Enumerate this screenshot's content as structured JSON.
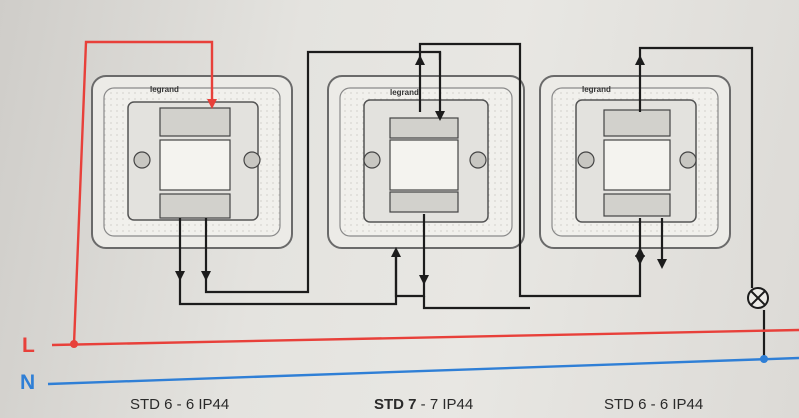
{
  "colors": {
    "line_L": "#e8403a",
    "line_N": "#2f7fd6",
    "wire": "#1c1c1c",
    "frame": "#6a6a6a"
  },
  "labels": {
    "L": "L",
    "N": "N"
  },
  "switches": [
    {
      "brand": "legrand",
      "caption_bold": "",
      "caption_text": "STD 6 - 6 IP44"
    },
    {
      "brand": "legrand",
      "caption_bold": "STD 7",
      "caption_text": " - 7 IP44"
    },
    {
      "brand": "legrand",
      "caption_bold": "",
      "caption_text": "STD 6 - 6 IP44"
    }
  ],
  "lamp_icon": "lamp-cross-icon"
}
